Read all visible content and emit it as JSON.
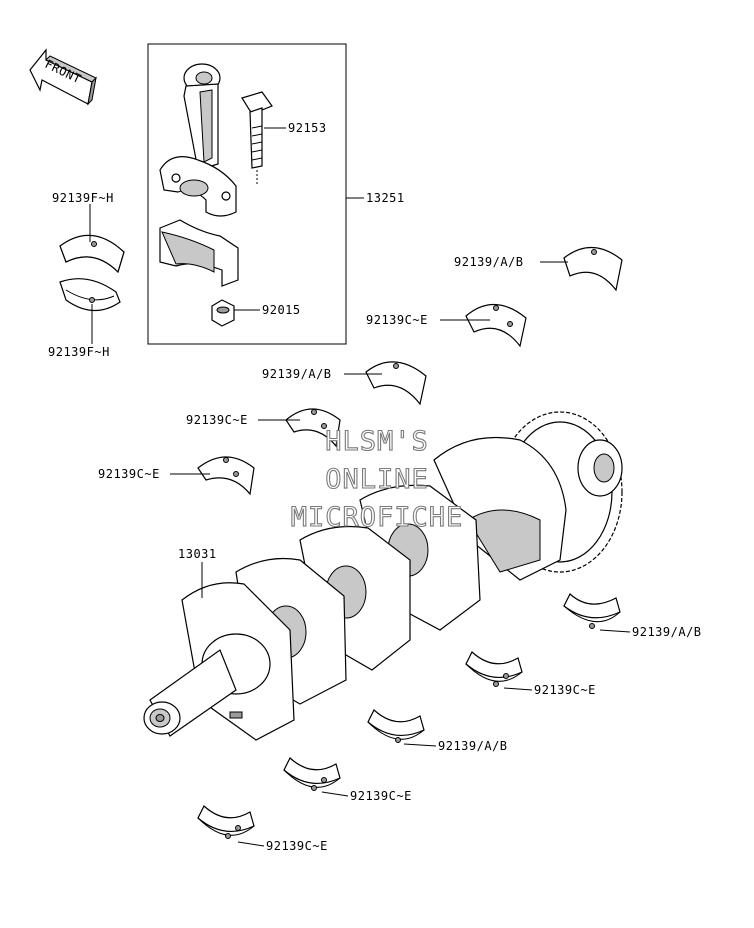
{
  "front_arrow": {
    "label": "FRONT"
  },
  "callouts": {
    "bolt": "92153",
    "conrod_assy": "13251",
    "nut": "92015",
    "conrod_bearing_upper": "92139F~H",
    "conrod_bearing_lower": "92139F~H",
    "main_bearing_r1": "92139/A/B",
    "main_bearing_r2": "92139C~E",
    "main_bearing_r3": "92139/A/B",
    "main_bearing_r4": "92139C~E",
    "main_bearing_r5": "92139C~E",
    "crankshaft": "13031",
    "main_bearing_l1": "92139/A/B",
    "main_bearing_l2": "92139C~E",
    "main_bearing_l3": "92139/A/B",
    "main_bearing_l4": "92139C~E",
    "main_bearing_l5": "92139C~E"
  },
  "watermark": {
    "line1": "HLSM'S",
    "line2": "ONLINE",
    "line3": "MICROFICHE"
  }
}
